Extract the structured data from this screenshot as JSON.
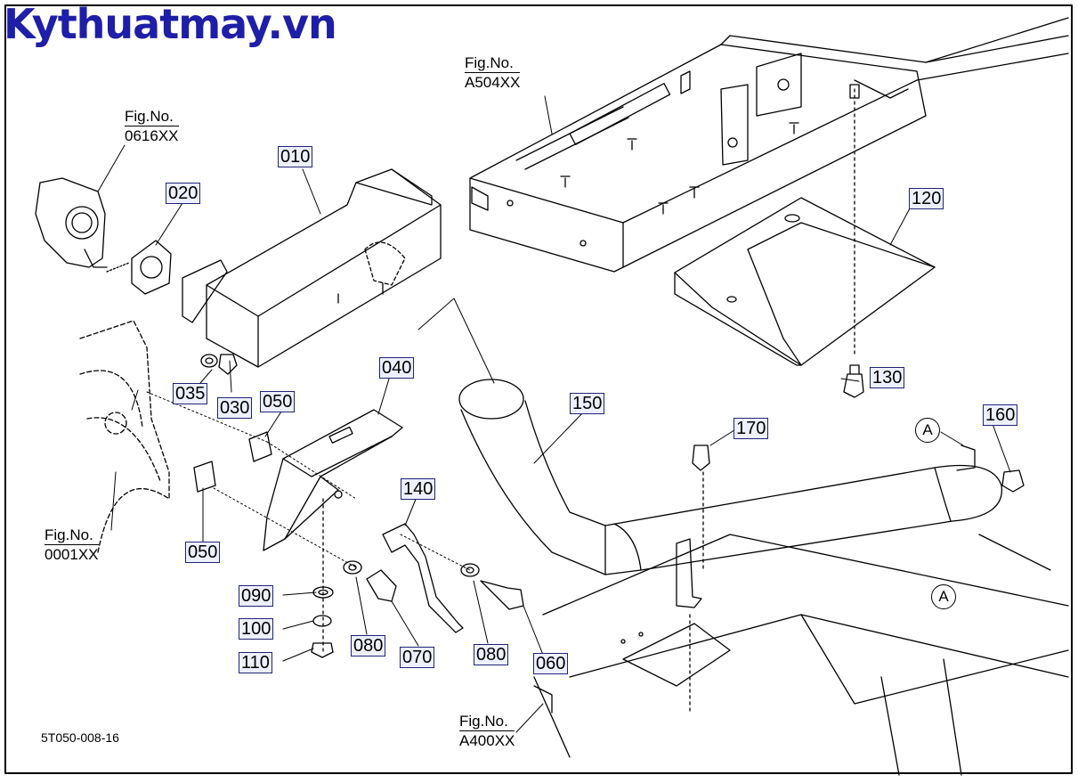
{
  "brand": "Kythuatmay.vn",
  "doc_code": "5T050-008-16",
  "marker_label": "A",
  "parts": [
    "010",
    "020",
    "030",
    "035",
    "040",
    "050",
    "050",
    "060",
    "070",
    "080",
    "080",
    "090",
    "100",
    "110",
    "120",
    "130",
    "140",
    "150",
    "160",
    "170"
  ],
  "fig_refs": [
    {
      "line1": "Fig.No.",
      "line2": "0616XX"
    },
    {
      "line1": "Fig.No.",
      "line2": "A504XX"
    },
    {
      "line1": "Fig.No.",
      "line2": "0001XX"
    },
    {
      "line1": "Fig.No.",
      "line2": "A400XX"
    }
  ],
  "colors": {
    "brand": "#1e1ea8",
    "label_bg": "#eef0ff",
    "label_border": "#22227a",
    "line": "#000000"
  }
}
